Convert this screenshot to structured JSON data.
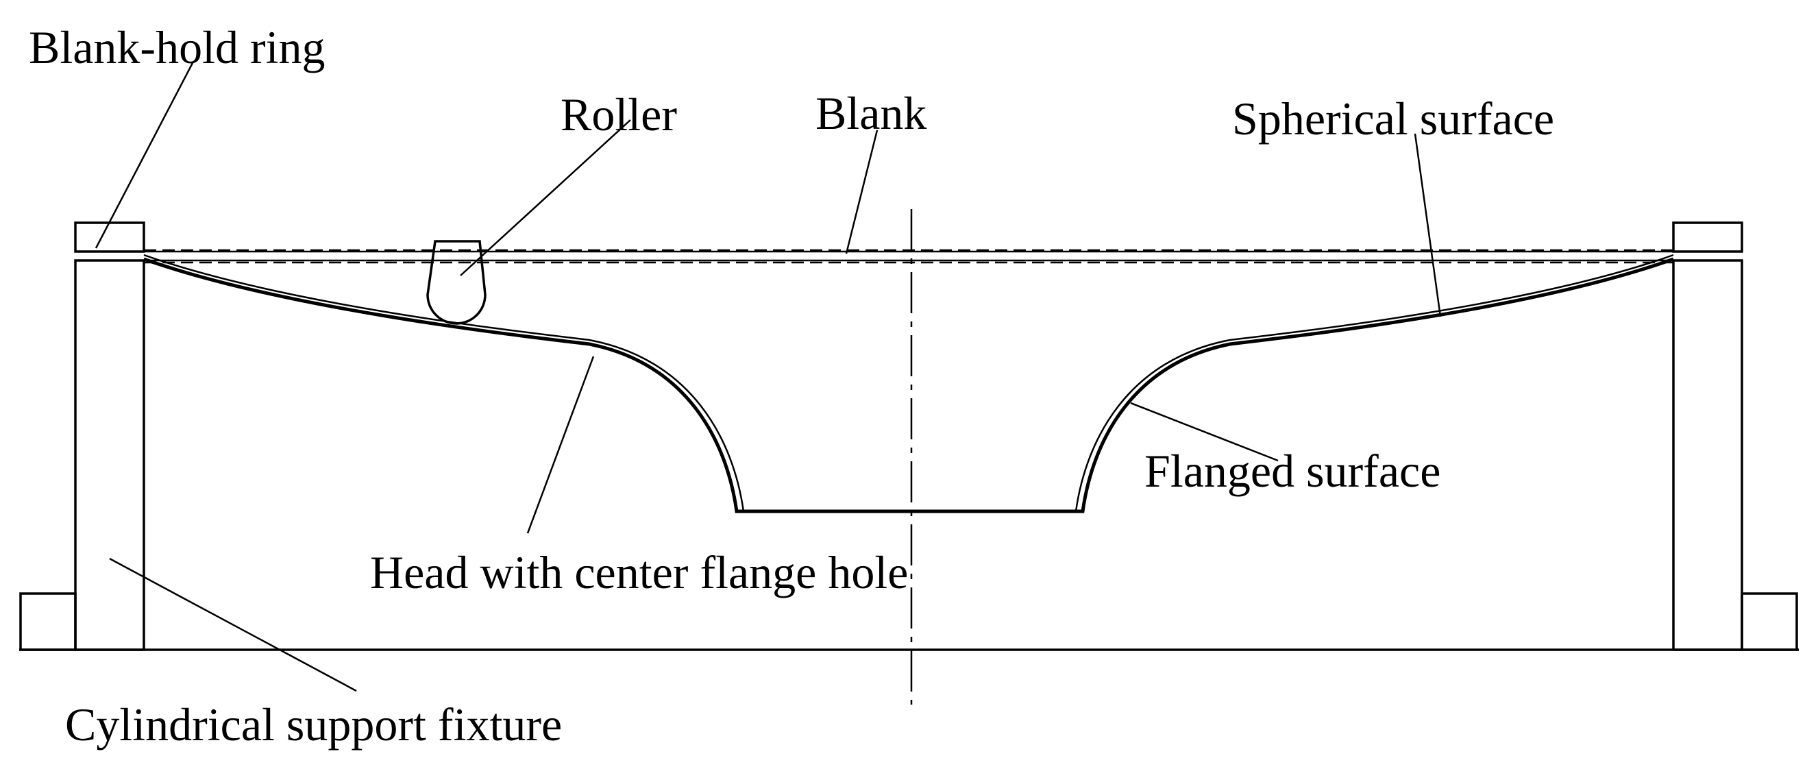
{
  "labels": {
    "blank_hold_ring": "Blank-hold ring",
    "roller": "Roller",
    "blank": "Blank",
    "spherical_surface": "Spherical surface",
    "flanged_surface": "Flanged surface",
    "head_with_center_flange_hole": "Head with center flange hole",
    "cylindrical_support_fixture": "Cylindrical support fixture"
  },
  "colors": {
    "line": "#000000",
    "background": "#ffffff"
  }
}
